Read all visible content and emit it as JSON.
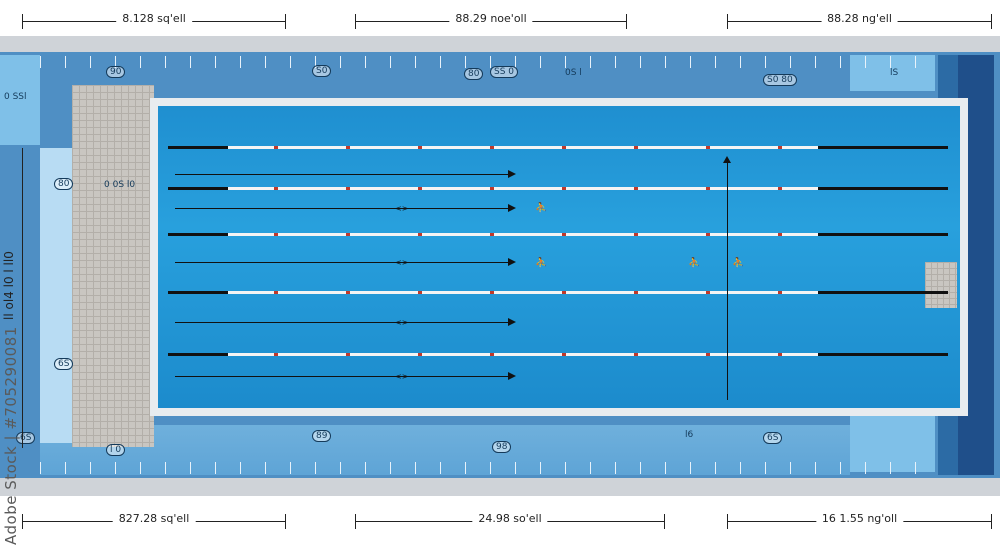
{
  "dimensions": {
    "top": [
      "8.128 sq'ell",
      "88.29 noe'oll",
      "88.28 ng'ell"
    ],
    "bottom": [
      "827.28 sq'ell",
      "24.98 so'ell",
      "16 1.55 ng'oll"
    ]
  },
  "side_labels": {
    "left_top": "0 SSl",
    "left_vertical": "ll ol4 l0 l ll0",
    "platform_label": "0 0S l0"
  },
  "markers": {
    "m1": "90",
    "m2": "S0",
    "m3": "80",
    "m4": "SS 0",
    "m5": "0S l",
    "m6": "S0 80",
    "m7": "lS",
    "m8": "89",
    "m9": "98",
    "m10": "6S",
    "m11": "l 0"
  },
  "watermark": "Adobe Stock | #705290081",
  "colors": {
    "pool": "#1f8fd0",
    "apron": "#4f8fc4",
    "deck": "#cfd3d8",
    "lane_rope_mark": "#c0392b"
  }
}
